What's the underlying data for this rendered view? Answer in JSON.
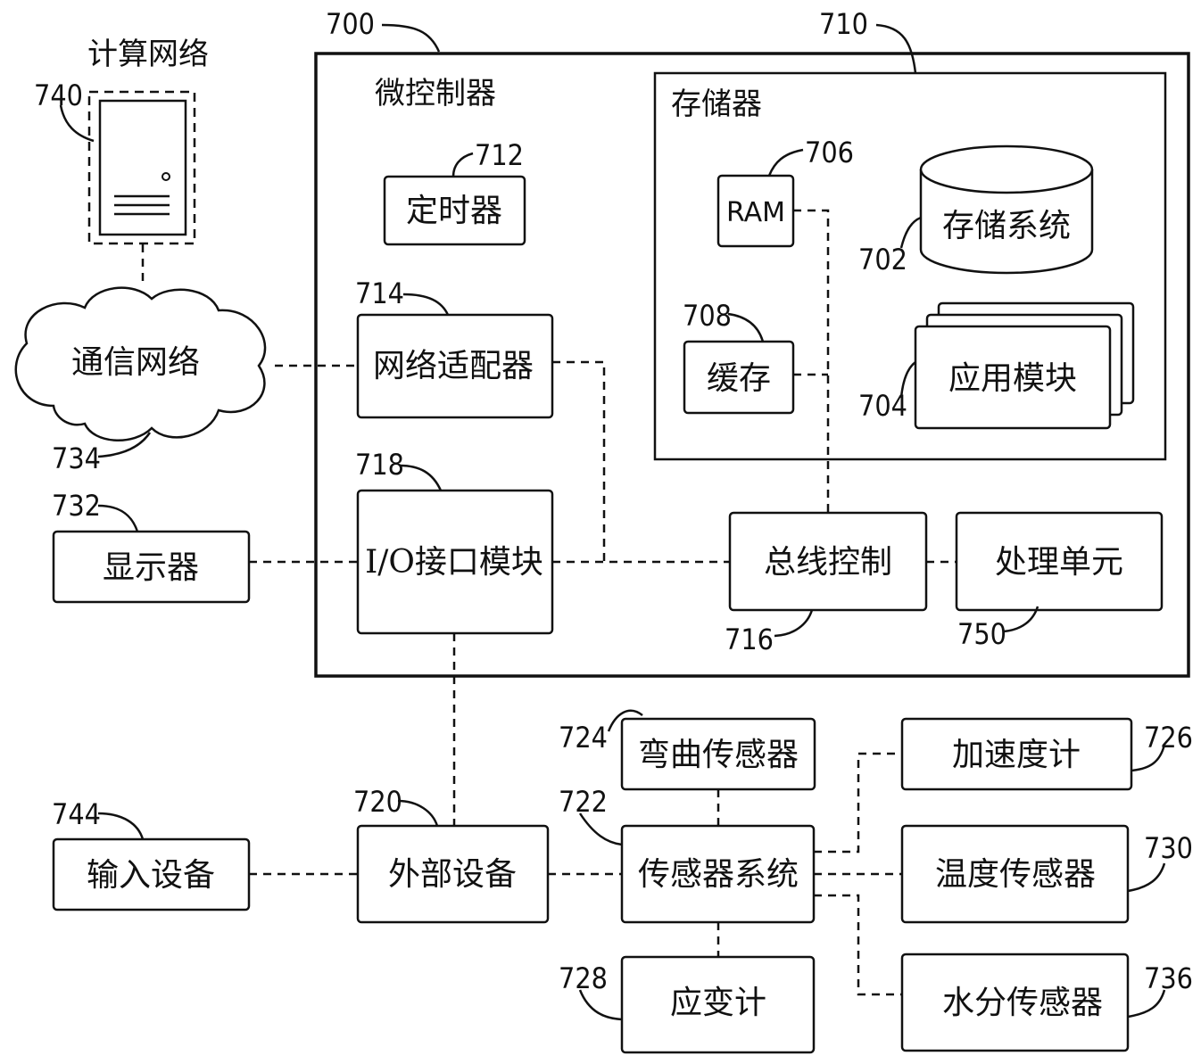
{
  "refs": {
    "r700": "700",
    "r710": "710",
    "r740": "740",
    "r712": "712",
    "r706": "706",
    "r702": "702",
    "r714": "714",
    "r708": "708",
    "r704": "704",
    "r734": "734",
    "r718": "718",
    "r732": "732",
    "r716": "716",
    "r750": "750",
    "r724": "724",
    "r726": "726",
    "r722": "722",
    "r720": "720",
    "r744": "744",
    "r730": "730",
    "r728": "728",
    "r736": "736"
  },
  "titles": {
    "computing_network": "计算网络",
    "microcontroller": "微控制器",
    "memory": "存储器"
  },
  "blocks": {
    "timer": "定时器",
    "ram": "RAM",
    "storage_system": "存储系统",
    "comm_network": "通信网络",
    "network_adapter": "网络适配器",
    "cache": "缓存",
    "app_modules": "应用模块",
    "io_interface": "I/O接口模块",
    "display": "显示器",
    "bus_control": "总线控制",
    "processing_unit": "处理单元",
    "bend_sensor": "弯曲传感器",
    "accelerometer": "加速度计",
    "sensor_system": "传感器系统",
    "external_device": "外部设备",
    "input_device": "输入设备",
    "temperature_sensor": "温度传感器",
    "strain_gauge": "应变计",
    "moisture_sensor": "水分传感器"
  }
}
